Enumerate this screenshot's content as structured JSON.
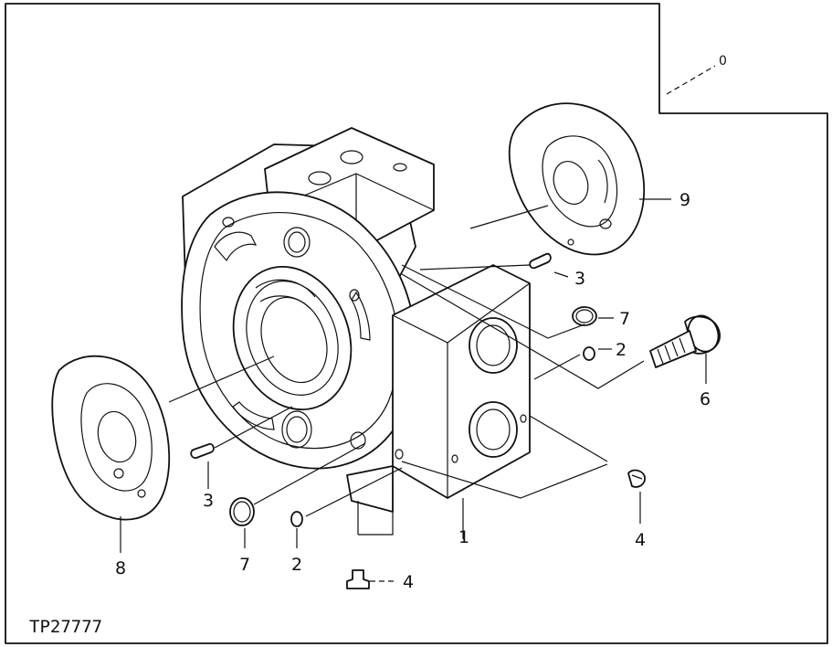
{
  "figure_id": "TP27777",
  "callouts": {
    "c0": "0",
    "c1": "1",
    "c2a": "2",
    "c2b": "2",
    "c3a": "3",
    "c3b": "3",
    "c4a": "4",
    "c4b": "4",
    "c6": "6",
    "c7a": "7",
    "c7b": "7",
    "c8": "8",
    "c9": "9"
  }
}
